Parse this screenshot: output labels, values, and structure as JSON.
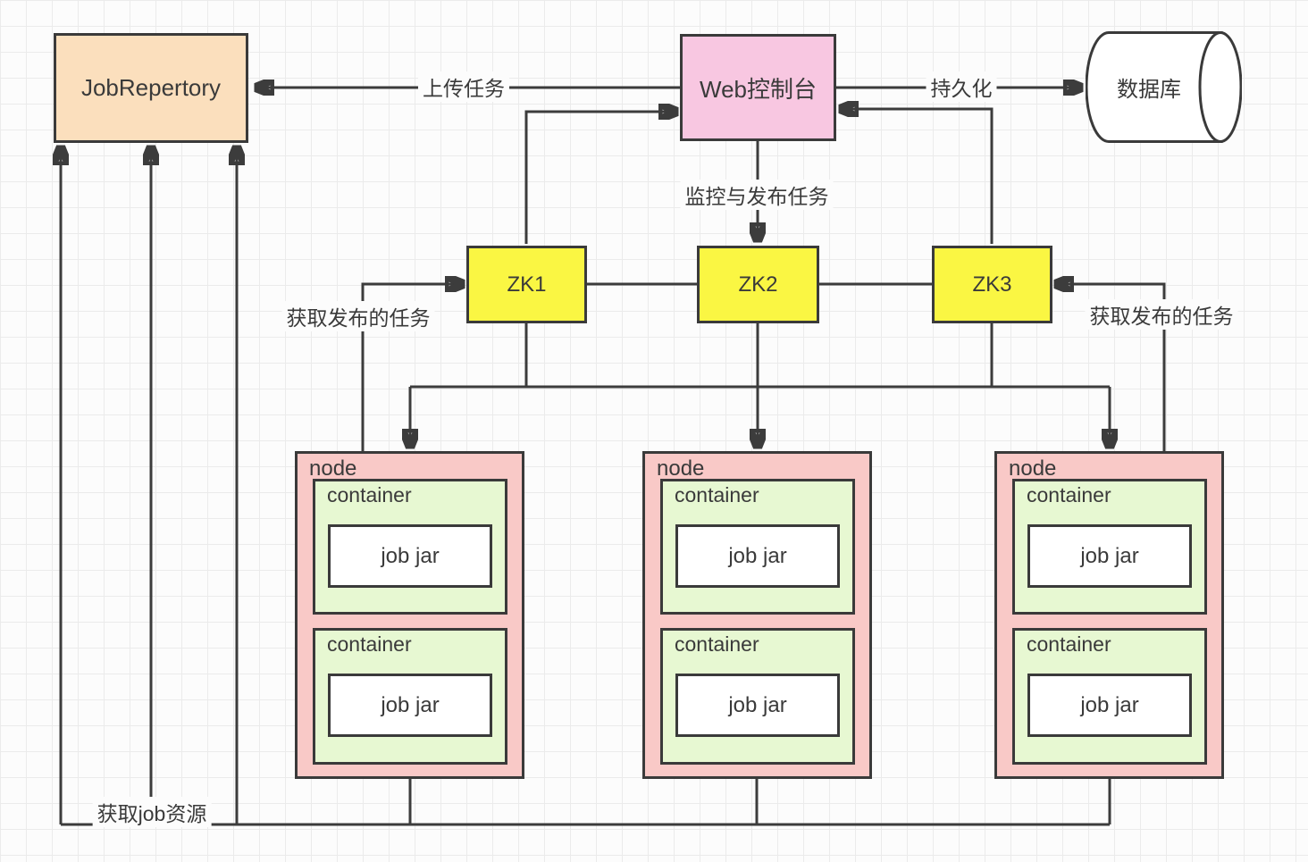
{
  "diagram": {
    "boxes": {
      "job_repertory": {
        "label": "JobRepertory",
        "fill": "#FBDFBD"
      },
      "web_console": {
        "label": "Web控制台",
        "fill": "#F8C7E1"
      },
      "database": {
        "label": "数据库",
        "fill": "#FFFFFF"
      },
      "zk": [
        {
          "label": "ZK1",
          "fill": "#FAF643"
        },
        {
          "label": "ZK2",
          "fill": "#FAF643"
        },
        {
          "label": "ZK3",
          "fill": "#FAF643"
        }
      ]
    },
    "nodes": [
      {
        "label": "node",
        "containers": [
          {
            "label": "container",
            "job_jar": "job jar"
          },
          {
            "label": "container",
            "job_jar": "job jar"
          }
        ]
      },
      {
        "label": "node",
        "containers": [
          {
            "label": "container",
            "job_jar": "job jar"
          },
          {
            "label": "container",
            "job_jar": "job jar"
          }
        ]
      },
      {
        "label": "node",
        "containers": [
          {
            "label": "container",
            "job_jar": "job jar"
          },
          {
            "label": "container",
            "job_jar": "job jar"
          }
        ]
      }
    ],
    "edge_labels": {
      "upload_task": "上传任务",
      "persist": "持久化",
      "monitor_publish": "监控与发布任务",
      "fetch_published_left": "获取发布的任务",
      "fetch_published_right": "获取发布的任务",
      "fetch_job_resource": "获取job资源"
    },
    "colors": {
      "node_fill": "#F9C9C7",
      "container_fill": "#E7F8D2",
      "job_jar_fill": "#FFFFFF",
      "border": "#3A3A3A",
      "line": "#3C3C3C",
      "grid_line": "#EBEBEB",
      "background": "#FCFCFC"
    }
  }
}
